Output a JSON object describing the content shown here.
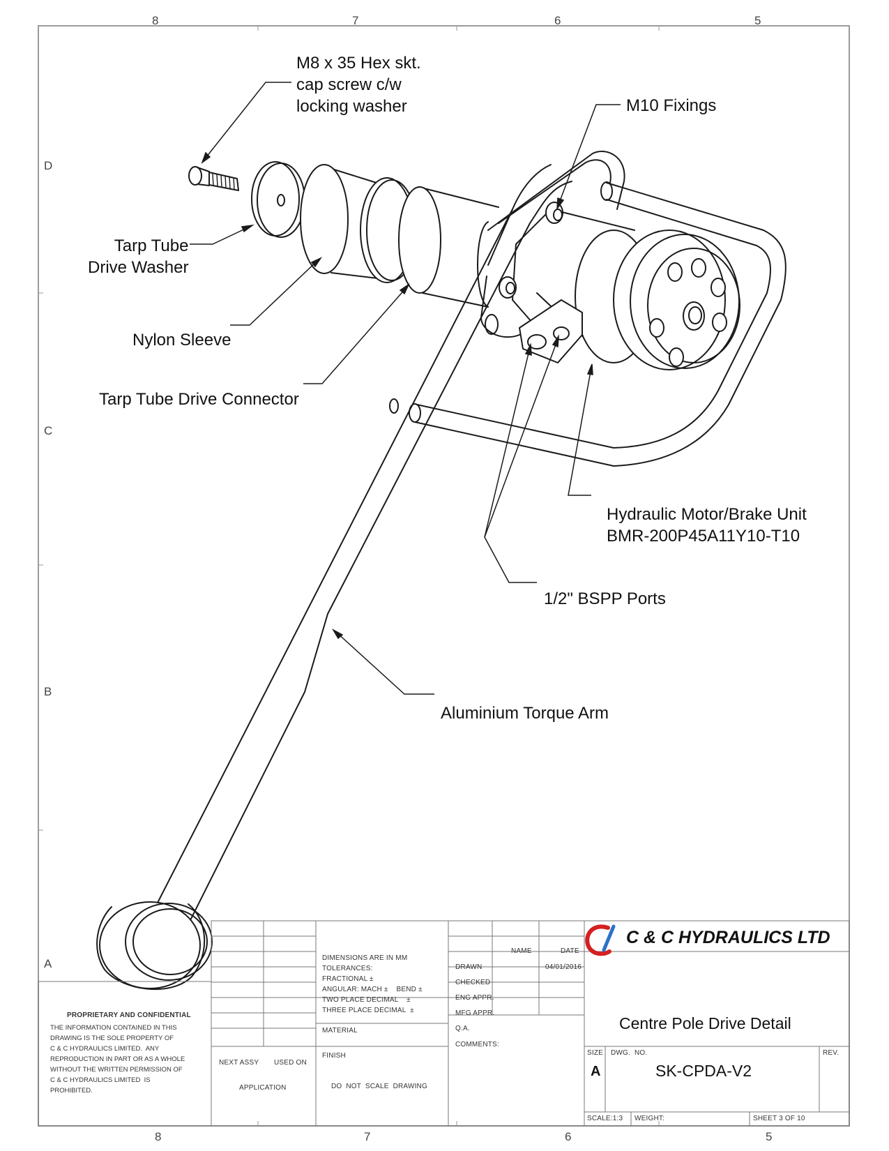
{
  "zones": {
    "columns_top": [
      "8",
      "7",
      "6",
      "5"
    ],
    "columns_bottom": [
      "8",
      "7",
      "6",
      "5"
    ],
    "rows": [
      "D",
      "C",
      "B",
      "A"
    ]
  },
  "callouts": {
    "screw": "M8 x 35 Hex skt.\ncap screw c/w\nlocking washer",
    "fixings": "M10 Fixings",
    "washer": "Tarp Tube\nDrive Washer",
    "sleeve": "Nylon Sleeve",
    "connector": "Tarp Tube Drive Connector",
    "motor": "Hydraulic Motor/Brake Unit\nBMR-200P45A11Y10-T10",
    "ports": "1/2\" BSPP Ports",
    "arm": "Aluminium Torque Arm"
  },
  "title_block": {
    "proprietary_title": "PROPRIETARY AND CONFIDENTIAL",
    "proprietary_text": "THE INFORMATION CONTAINED IN THIS\nDRAWING IS THE SOLE PROPERTY OF\nC & C HYDRAULICS LIMITED.  ANY\nREPRODUCTION IN PART OR AS A WHOLE\nWITHOUT THE WRITTEN PERMISSION OF\nC & C HYDRAULICS LIMITED  IS\nPROHIBITED.",
    "next_assy": "NEXT ASSY",
    "used_on": "USED ON",
    "application": "APPLICATION",
    "dimensions": "DIMENSIONS ARE IN MM\nTOLERANCES:\nFRACTIONAL ±\nANGULAR: MACH ±    BEND ±\nTWO PLACE DECIMAL    ±\nTHREE PLACE DECIMAL  ±",
    "material": "MATERIAL",
    "finish": "FINISH",
    "do_not_scale": "DO  NOT  SCALE  DRAWING",
    "name_header": "NAME",
    "date_header": "DATE",
    "drawn": "DRAWN",
    "drawn_date": "04/01/2016",
    "checked": "CHECKED",
    "eng_appr": "ENG APPR.",
    "mfg_appr": "MFG APPR.",
    "qa": "Q.A.",
    "comments": "COMMENTS:",
    "company": "C & C HYDRAULICS LTD",
    "drawing_title": "Centre Pole Drive Detail",
    "size_label": "SIZE",
    "size": "A",
    "dwg_no_label": "DWG.  NO.",
    "dwg_no": "SK-CPDA-V2",
    "rev_label": "REV.",
    "scale": "SCALE:1:3",
    "weight": "WEIGHT:",
    "sheet": "SHEET 3 OF 10"
  },
  "colors": {
    "line": "#1a1a1a",
    "frame": "#9a9a9a",
    "logo_red": "#d42020",
    "logo_blue": "#2a72c8"
  }
}
